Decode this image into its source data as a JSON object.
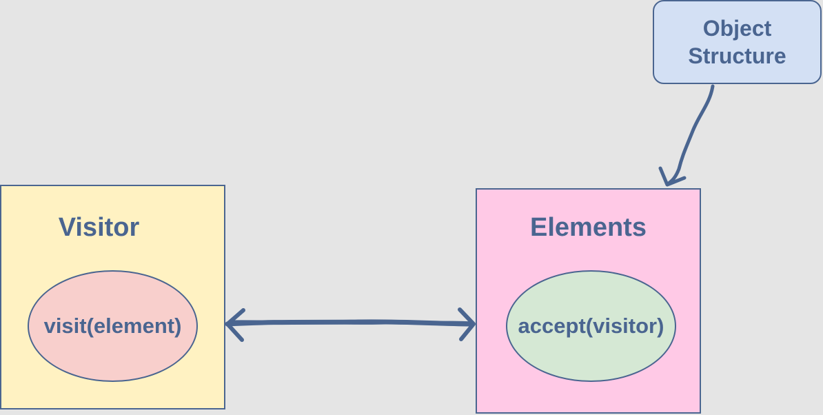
{
  "diagram": {
    "object_structure": {
      "label": "Object Structure"
    },
    "visitor": {
      "title": "Visitor",
      "method": "visit(element)"
    },
    "elements": {
      "title": "Elements",
      "method": "accept(visitor)"
    }
  },
  "colors": {
    "background": "#e5e5e5",
    "stroke": "#4a6590",
    "text": "#4a6590",
    "visitor_fill": "#fff2c2",
    "elements_fill": "#ffc9e6",
    "object_structure_fill": "#d3e0f4",
    "visit_ellipse_fill": "#f8cfcc",
    "accept_ellipse_fill": "#d5e8d4"
  }
}
